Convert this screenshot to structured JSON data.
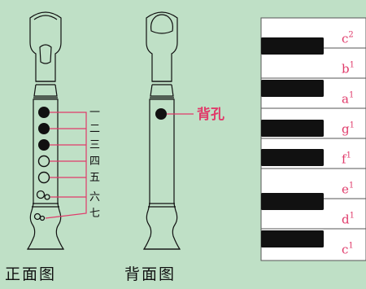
{
  "colors": {
    "background": "#bfe0c6",
    "accent": "#e03a6a",
    "ink": "#111111"
  },
  "front_view": {
    "caption": "正面图",
    "holes": [
      {
        "label": "一",
        "state": "closed"
      },
      {
        "label": "二",
        "state": "closed"
      },
      {
        "label": "三",
        "state": "closed"
      },
      {
        "label": "四",
        "state": "open"
      },
      {
        "label": "五",
        "state": "open"
      },
      {
        "label": "六",
        "state": "open-double"
      },
      {
        "label": "七",
        "state": "open-double"
      }
    ]
  },
  "back_view": {
    "caption": "背面图",
    "thumb_hole_label": "背孔"
  },
  "keyboard": {
    "notes": [
      {
        "letter": "c",
        "octave": "2"
      },
      {
        "letter": "b",
        "octave": "1"
      },
      {
        "letter": "a",
        "octave": "1"
      },
      {
        "letter": "g",
        "octave": "1"
      },
      {
        "letter": "f",
        "octave": "1"
      },
      {
        "letter": "e",
        "octave": "1"
      },
      {
        "letter": "d",
        "octave": "1"
      },
      {
        "letter": "c",
        "octave": "1"
      }
    ]
  }
}
